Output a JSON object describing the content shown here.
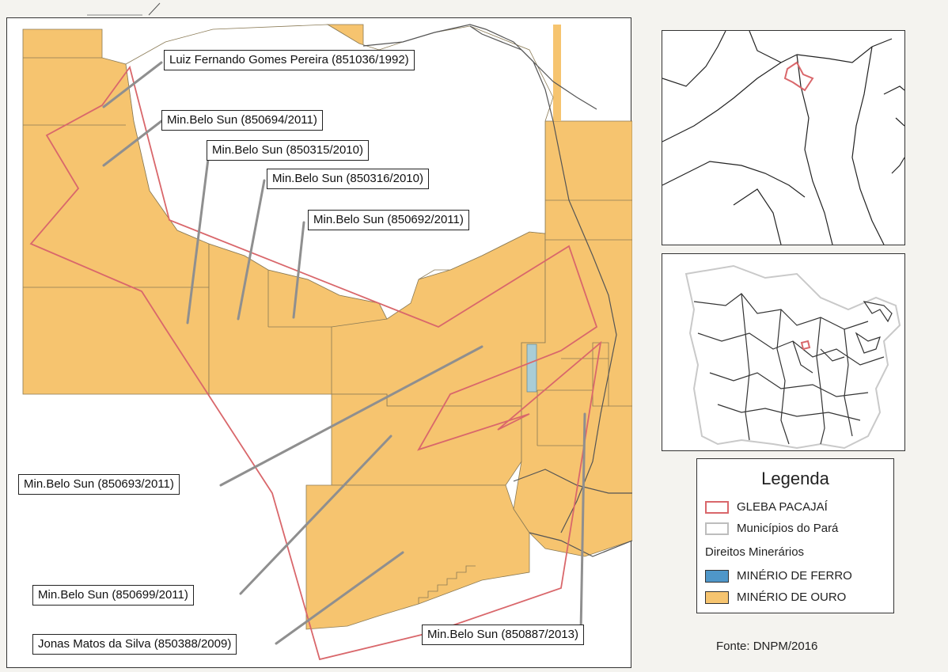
{
  "map": {
    "callouts": [
      {
        "id": "c1",
        "text": "Luiz Fernando Gomes Pereira (851036/1992)"
      },
      {
        "id": "c2",
        "text": "Min.Belo Sun (850694/2011)"
      },
      {
        "id": "c3",
        "text": "Min.Belo Sun (850315/2010)"
      },
      {
        "id": "c4",
        "text": "Min.Belo Sun (850316/2010)"
      },
      {
        "id": "c5",
        "text": "Min.Belo Sun (850692/2011)"
      },
      {
        "id": "c6",
        "text": "Min.Belo Sun (850693/2011)"
      },
      {
        "id": "c7",
        "text": "Min.Belo Sun (850699/2011)"
      },
      {
        "id": "c8",
        "text": "Jonas Matos da Silva (850388/2009)"
      },
      {
        "id": "c9",
        "text": "Min.Belo Sun (850887/2013)"
      }
    ]
  },
  "legend": {
    "title": "Legenda",
    "items": [
      {
        "label": "GLEBA PACAJAÍ",
        "fill": "#ffffff",
        "stroke": "#d9676b"
      },
      {
        "label": "Municípios do Pará",
        "fill": "#ffffff",
        "stroke": "#bdbdbd"
      },
      {
        "label": "MINÉRIO DE FERRO",
        "fill": "#4f97c9",
        "stroke": "#333333"
      },
      {
        "label": "MINÉRIO DE OURO",
        "fill": "#f6c46f",
        "stroke": "#333333"
      }
    ],
    "subheading": "Direitos Minerários"
  },
  "source": "Fonte: DNPM/2016",
  "colors": {
    "gold": "#f6c46f",
    "iron": "#a9cdd7",
    "gleba": "#d9676b",
    "river": "#555555",
    "parcel_line": "#8a7a55"
  }
}
